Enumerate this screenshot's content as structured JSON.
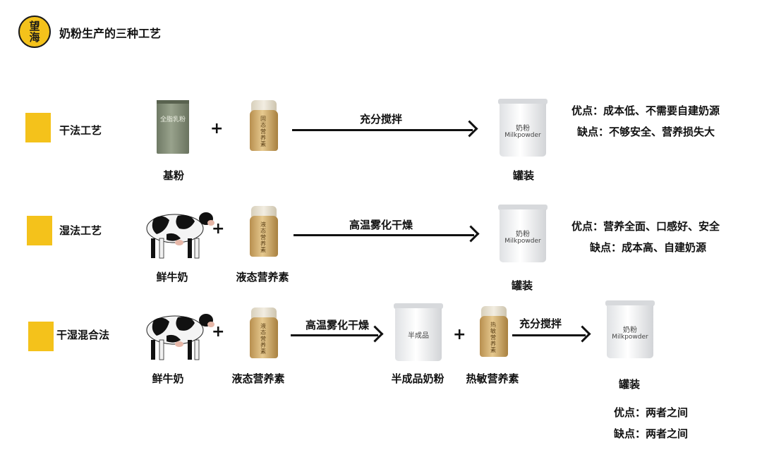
{
  "logo": {
    "line1": "望",
    "line2": "海"
  },
  "title": "奶粉生产的三种工艺",
  "rows": [
    {
      "process": "干法工艺",
      "items": [
        {
          "kind": "bag",
          "icon": "powder-bag-icon",
          "text": "全脂乳粉",
          "label": "基粉"
        },
        {
          "kind": "bottle",
          "icon": "nutrient-bottle-icon",
          "text": "固态营养素",
          "label": ""
        }
      ],
      "arrow_label": "充分搅拌",
      "result": {
        "can_line1": "奶粉",
        "can_line2": "Milkpowder",
        "label": "罐装"
      },
      "pros": "优点：成本低、不需要自建奶源",
      "cons": "缺点：不够安全、营养损失大"
    },
    {
      "process": "湿法工艺",
      "items": [
        {
          "kind": "cow",
          "icon": "cow-icon",
          "label": "鲜牛奶"
        },
        {
          "kind": "bottle",
          "icon": "nutrient-bottle-icon",
          "text": "液态营养素",
          "label": "液态营养素"
        }
      ],
      "arrow_label": "高温雾化干燥",
      "result": {
        "can_line1": "奶粉",
        "can_line2": "Milkpowder",
        "label": "罐装"
      },
      "pros": "优点：营养全面、口感好、安全",
      "cons": "缺点：成本高、自建奶源"
    },
    {
      "process": "干湿混合法",
      "items": [
        {
          "kind": "cow",
          "icon": "cow-icon",
          "label": "鲜牛奶"
        },
        {
          "kind": "bottle",
          "icon": "nutrient-bottle-icon",
          "text": "液态营养素",
          "label": "液态营养素"
        }
      ],
      "arrow_label": "高温雾化干燥",
      "intermediate": {
        "can_line1": "半成品",
        "label": "半成品奶粉"
      },
      "extra": {
        "icon": "nutrient-bottle-icon",
        "text": "热敏营养素",
        "label": "热敏营养素"
      },
      "arrow2_label": "充分搅拌",
      "result": {
        "can_line1": "奶粉",
        "can_line2": "Milkpowder",
        "label": "罐装"
      },
      "pros": "优点：两者之间",
      "cons": "缺点：两者之间"
    }
  ],
  "plus_sign": "+",
  "colors": {
    "accent": "#f4c21b",
    "text": "#111111"
  }
}
